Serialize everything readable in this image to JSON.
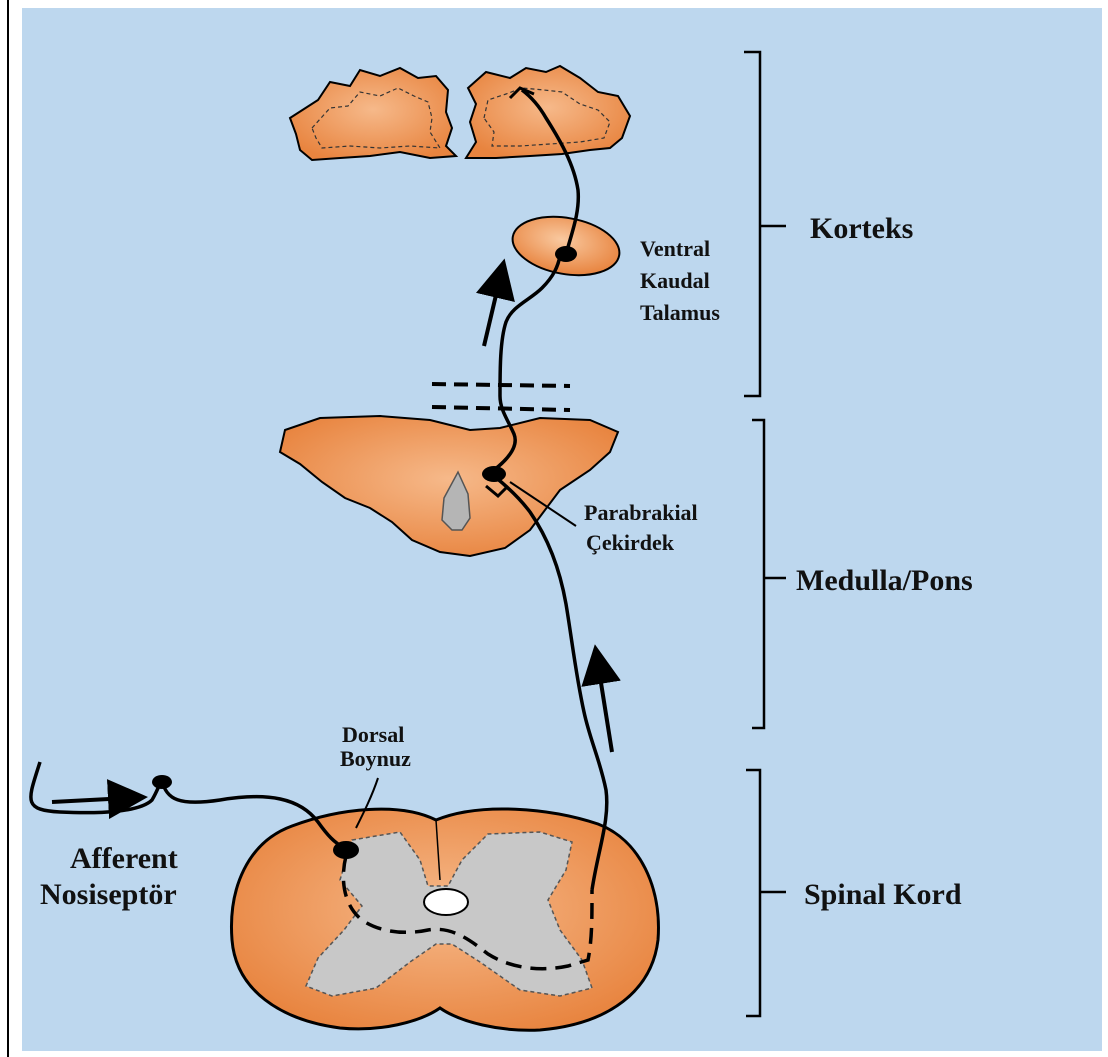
{
  "colors": {
    "background": "#bdd7ee",
    "tissue": "#e8843f",
    "tissue_light": "#f6b98a",
    "gray_matter": "#c8c8c8",
    "outline": "#000000",
    "frame": "#000000"
  },
  "regions": {
    "cortex": "Korteks",
    "medulla_pons": "Medulla/Pons",
    "spinal_cord": "Spinal Kord"
  },
  "structures": {
    "thalamus": [
      "Ventral",
      "Kaudal",
      "Talamus"
    ],
    "parabrachial": [
      "Parabrakial",
      "Çekirdek"
    ],
    "dorsal_horn": [
      "Dorsal",
      "Boynuz"
    ],
    "afferent": [
      "Afferent",
      "Nosiseptör"
    ]
  }
}
